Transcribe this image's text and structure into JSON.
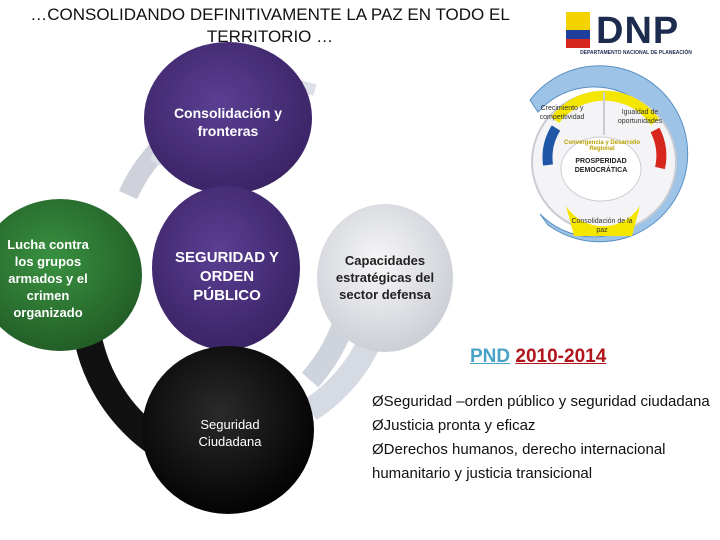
{
  "slide": {
    "title": "…CONSOLIDANDO DEFINITIVAMENTE LA PAZ EN TODO EL\nTERRITORIO …"
  },
  "logo": {
    "name": "DNP",
    "subtitle": "DEPARTAMENTO NACIONAL DE PLANEACIÓN"
  },
  "cycle": {
    "top": "Consolidación y fronteras",
    "left": "Lucha contra los grupos armados y el crimen organizado",
    "center": "SEGURIDAD Y ORDEN PÚBLICO",
    "right": "Capacidades estratégicas del sector defensa",
    "bottom": "Seguridad Ciudadana"
  },
  "prosperity_wheel": {
    "top_left": "Crecimiento y competitividad",
    "top_right": "Igualdad de oportunidades",
    "arc_text": "Convergencia y Desarrollo Regional",
    "center": "PROSPERIDAD DEMOCRÁTICA",
    "bottom": "Consolidación de la paz"
  },
  "plan": {
    "label_a": "PND",
    "label_b": "2010-2014",
    "bullets": [
      "Seguridad –orden público y seguridad ciudadana",
      "Justicia pronta y eficaz",
      "Derechos humanos, derecho internacional humanitario y justicia transicional"
    ],
    "bullet_mark": "Ø"
  },
  "colors": {
    "purple": "#4a2f7e",
    "green": "#2f7f35",
    "ring": "#d4d8e0",
    "wheel_outer": "#9dc3e6",
    "wheel_yellow": "#f5e600",
    "wheel_blue": "#1f57a6",
    "wheel_red": "#d7261e",
    "pnd_blue": "#49a3c7",
    "pnd_red": "#b0161c"
  }
}
